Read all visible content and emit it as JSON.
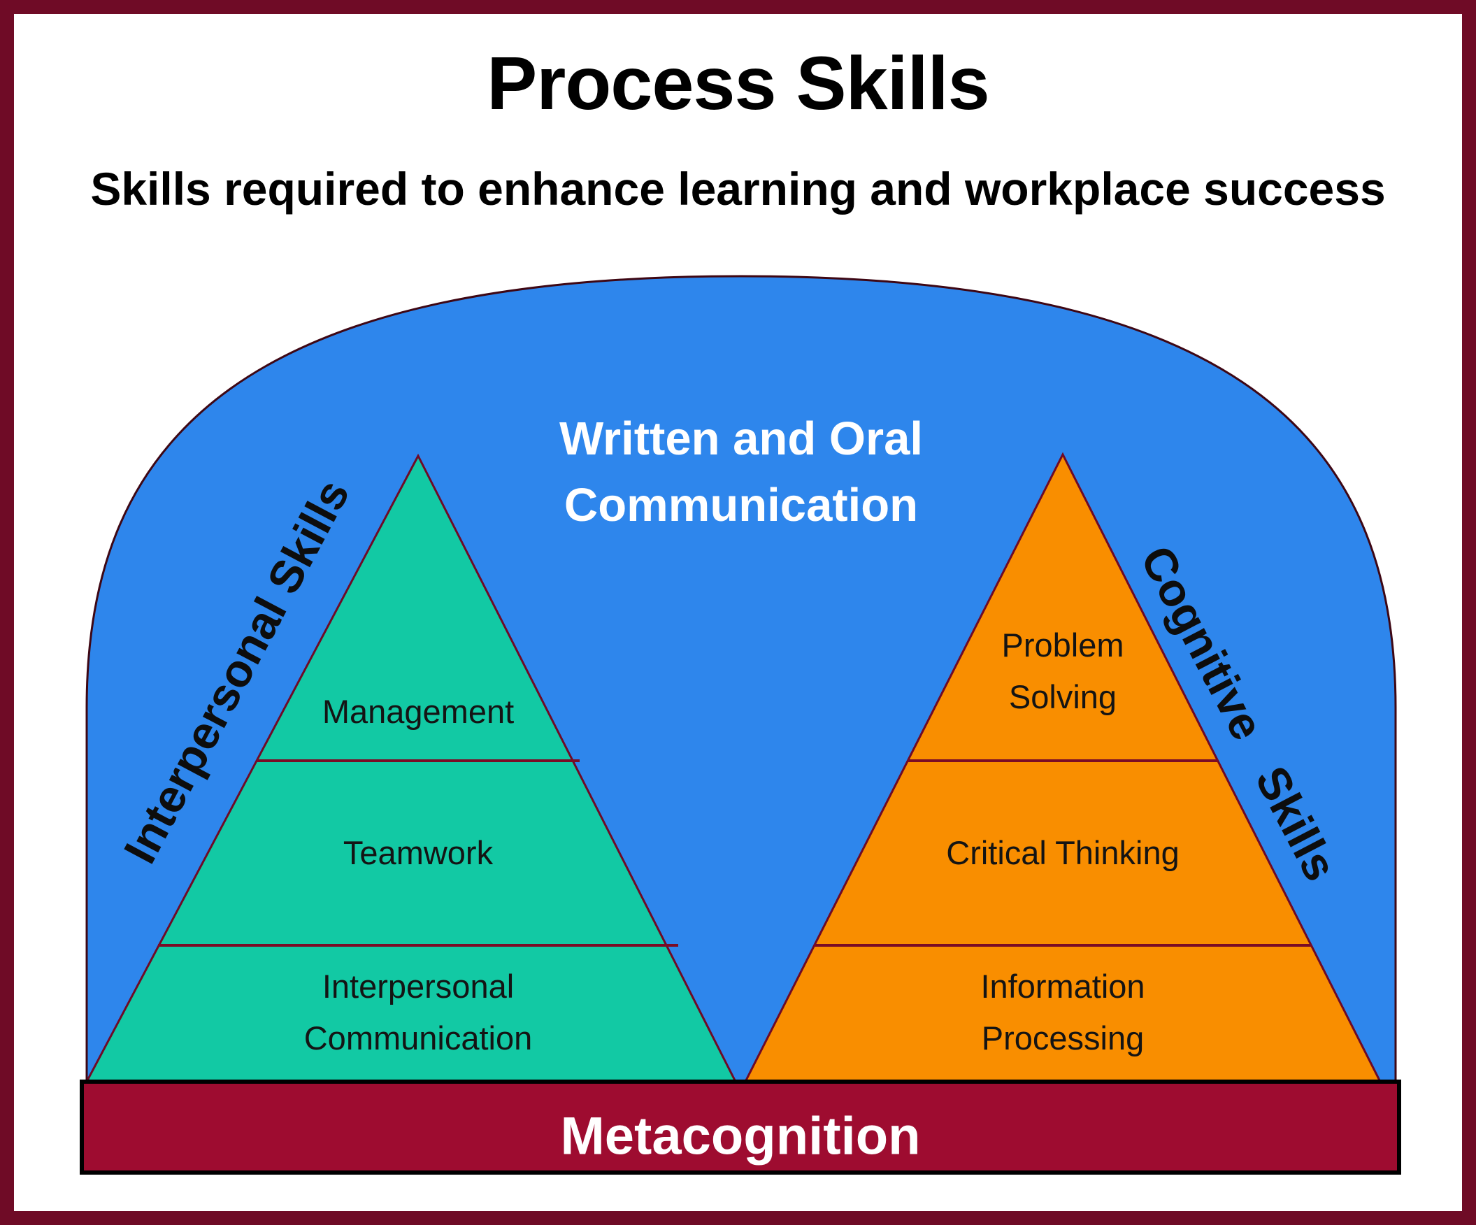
{
  "title": "Process Skills",
  "subtitle": "Skills required to enhance learning and workplace success",
  "dome": {
    "label_lines": [
      "Written and Oral",
      "Communication"
    ],
    "fill": "#2E86EC"
  },
  "left_pyramid": {
    "side_label": "Interpersonal Skills",
    "fill": "#12C9A4",
    "sections": [
      {
        "lines": [
          "Management"
        ]
      },
      {
        "lines": [
          "Teamwork"
        ]
      },
      {
        "lines": [
          "Interpersonal",
          "Communication"
        ]
      }
    ]
  },
  "right_pyramid": {
    "side_label": "Cognitive Skills",
    "fill": "#F98E00",
    "sections": [
      {
        "lines": [
          "Problem",
          "Solving"
        ]
      },
      {
        "lines": [
          "Critical Thinking"
        ]
      },
      {
        "lines": [
          "Information",
          "Processing"
        ]
      }
    ]
  },
  "base_bar": {
    "label": "Metacognition",
    "fill": "#9E0C30"
  },
  "frame": {
    "border_color": "#6F0B26",
    "shape_outline_color": "#6E0A26"
  }
}
